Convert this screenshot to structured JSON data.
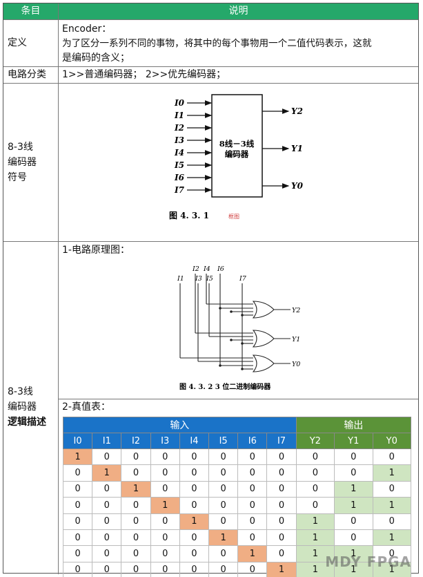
{
  "header": {
    "col1": "条目",
    "col2": "说明"
  },
  "definition": {
    "label": "定义",
    "line1": "Encoder：",
    "line2": "为了区分一系列不同的事物，将其中的每个事物用一个二值代码表示，这就",
    "line3": "是编码的含义；"
  },
  "classification": {
    "label": "电路分类",
    "text": "1>>普通编码器；  2>>优先编码器；"
  },
  "symbol": {
    "label_lines": [
      "8-3线",
      "编码器",
      "符号"
    ],
    "inputs": [
      "I0",
      "I1",
      "I2",
      "I3",
      "I4",
      "I5",
      "I6",
      "I7"
    ],
    "outputs": [
      "Y2",
      "Y1",
      "Y0"
    ],
    "box_line1": "8线－3线",
    "box_line2": "编码器",
    "caption": "图 4. 3. 1",
    "caption_note": "框图"
  },
  "logic": {
    "label_lines": [
      "8-3线",
      "编码器"
    ],
    "label_bold": "逻辑描述",
    "schematic_title": "1-电路原理图：",
    "schematic_inputs": [
      "I1",
      "I2",
      "I3",
      "I4",
      "I5",
      "I6",
      "I7"
    ],
    "schematic_outputs": [
      "Y2",
      "Y1",
      "Y0"
    ],
    "schematic_caption": "图 4. 3. 2   3 位二进制编码器",
    "truth_title": "2-真值表：",
    "input_group": "输入",
    "output_group": "输出",
    "columns": [
      "I0",
      "I1",
      "I2",
      "I3",
      "I4",
      "I5",
      "I6",
      "I7",
      "Y2",
      "Y1",
      "Y0"
    ],
    "rows": [
      [
        "1",
        "0",
        "0",
        "0",
        "0",
        "0",
        "0",
        "0",
        "0",
        "0",
        "0"
      ],
      [
        "0",
        "1",
        "0",
        "0",
        "0",
        "0",
        "0",
        "0",
        "0",
        "0",
        "1"
      ],
      [
        "0",
        "0",
        "1",
        "0",
        "0",
        "0",
        "0",
        "0",
        "0",
        "1",
        "0"
      ],
      [
        "0",
        "0",
        "0",
        "1",
        "0",
        "0",
        "0",
        "0",
        "0",
        "1",
        "1"
      ],
      [
        "0",
        "0",
        "0",
        "0",
        "1",
        "0",
        "0",
        "0",
        "1",
        "0",
        "0"
      ],
      [
        "0",
        "0",
        "0",
        "0",
        "0",
        "1",
        "0",
        "0",
        "1",
        "0",
        "1"
      ],
      [
        "0",
        "0",
        "0",
        "0",
        "0",
        "0",
        "1",
        "0",
        "1",
        "1",
        "0"
      ],
      [
        "0",
        "0",
        "0",
        "0",
        "0",
        "0",
        "0",
        "1",
        "1",
        "1",
        "1"
      ]
    ]
  },
  "watermark": "MDY FPGA",
  "colors": {
    "header_green": "#25a86a",
    "input_blue": "#1a73c8",
    "output_green": "#5b9338",
    "input_highlight": "#f0ae84",
    "output_highlight": "#cfe5c1"
  }
}
